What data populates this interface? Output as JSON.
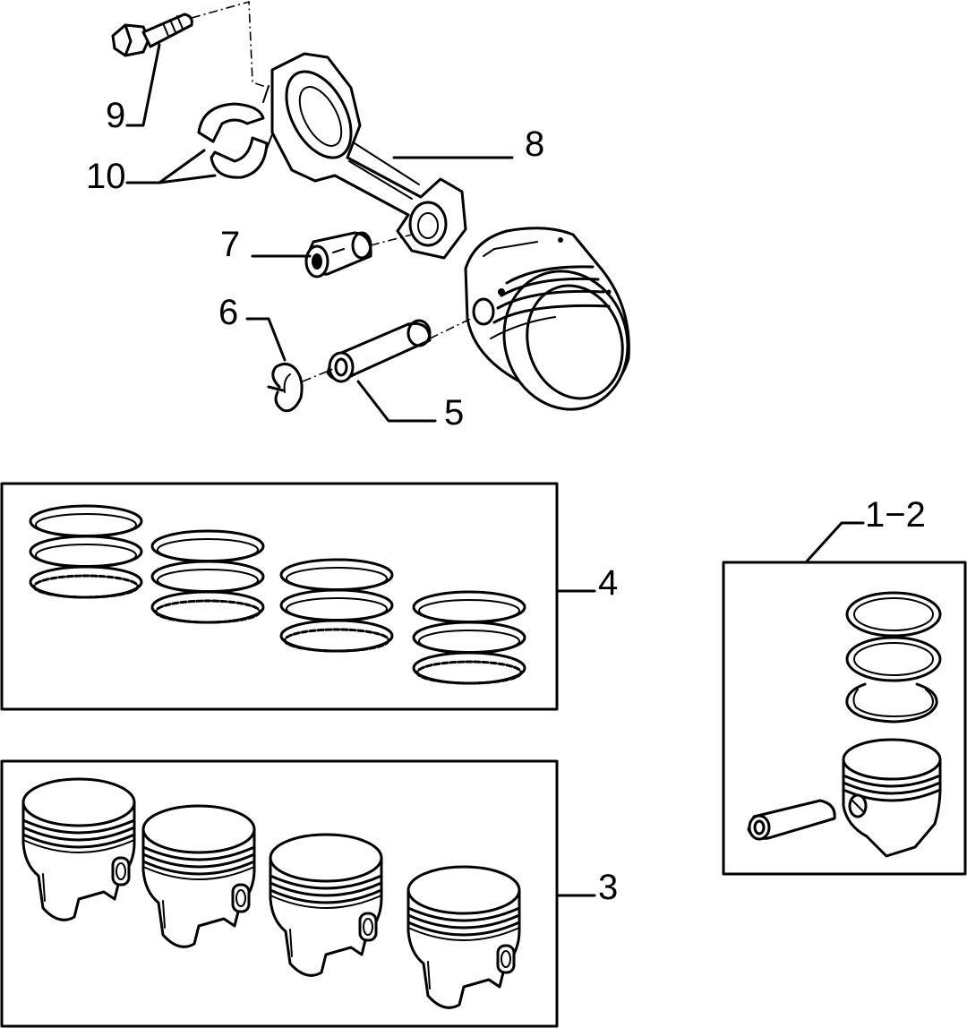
{
  "diagram": {
    "callouts": {
      "c1_2": "1−2",
      "c3": "3",
      "c4": "4",
      "c5": "5",
      "c6": "6",
      "c7": "7",
      "c8": "8",
      "c9": "9",
      "c10": "10"
    }
  }
}
